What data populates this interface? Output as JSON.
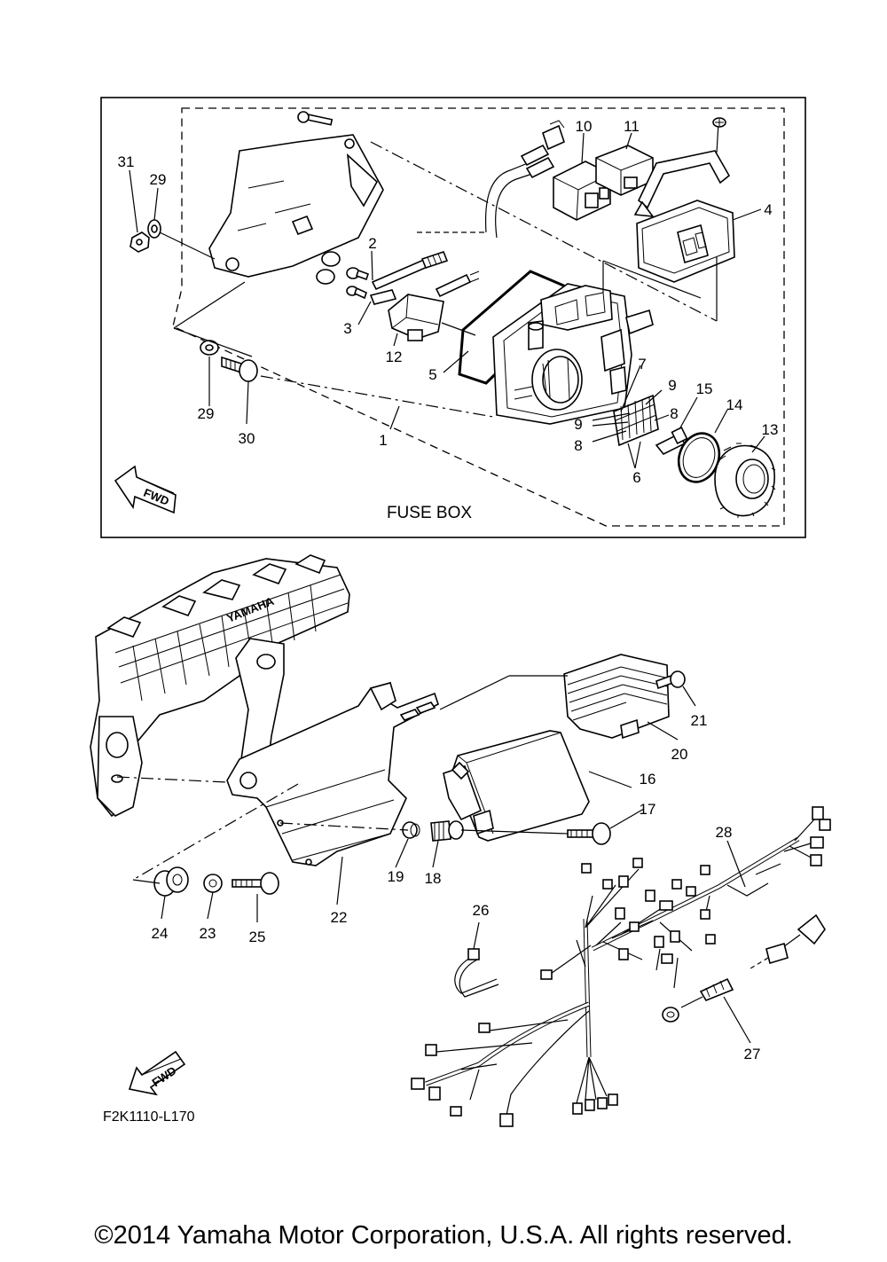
{
  "box_title": "FUSE BOX",
  "fwd_label": "FWD",
  "figure_ref": "F2K1110-L170",
  "copyright": "©2014 Yamaha Motor Corporation, U.S.A. All rights reserved.",
  "engine_badge": "YAMAHA",
  "callouts": {
    "c1": "1",
    "c2": "2",
    "c3": "3",
    "c4": "4",
    "c5": "5",
    "c6": "6",
    "c7": "7",
    "c8a": "8",
    "c8b": "8",
    "c9a": "9",
    "c9b": "9",
    "c10": "10",
    "c11": "11",
    "c12": "12",
    "c13": "13",
    "c14": "14",
    "c15": "15",
    "c16": "16",
    "c17": "17",
    "c18": "18",
    "c19": "19",
    "c20": "20",
    "c21": "21",
    "c22": "22",
    "c23": "23",
    "c24": "24",
    "c25": "25",
    "c26": "26",
    "c27": "27",
    "c28": "28",
    "c29a": "29",
    "c29b": "29",
    "c30": "30",
    "c31": "31"
  }
}
